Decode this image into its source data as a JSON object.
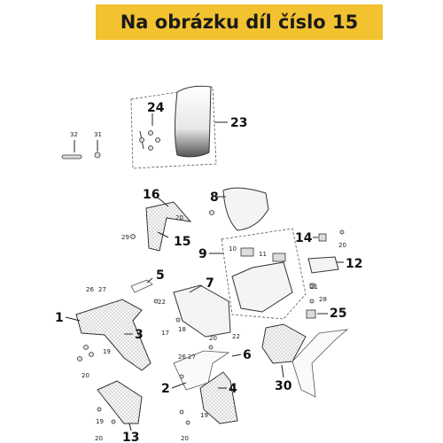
{
  "header": {
    "title": "Na obrázku díl číslo 15",
    "background_color": "#f2c230"
  },
  "callouts": {
    "c1": "1",
    "c2": "2",
    "c3": "3",
    "c4": "4",
    "c5": "5",
    "c6": "6",
    "c7": "7",
    "c8": "8",
    "c9": "9",
    "c12": "12",
    "c13": "13",
    "c14": "14",
    "c15": "15",
    "c16": "16",
    "c23": "23",
    "c24": "24",
    "c25": "25",
    "c30": "30",
    "s10": "10",
    "s11": "11",
    "s17": "17",
    "s18": "18",
    "s19a": "19",
    "s19b": "19",
    "s19c": "19",
    "s20a": "20",
    "s20b": "20",
    "s20c": "20",
    "s20d": "20",
    "s20e": "20",
    "s20f": "20",
    "s21": "21",
    "s22a": "22",
    "s22b": "22",
    "s26a": "26",
    "s26b": "26",
    "s27a": "27",
    "s27b": "27",
    "s28": "28",
    "s29": "29",
    "s31": "31",
    "s32": "32"
  }
}
